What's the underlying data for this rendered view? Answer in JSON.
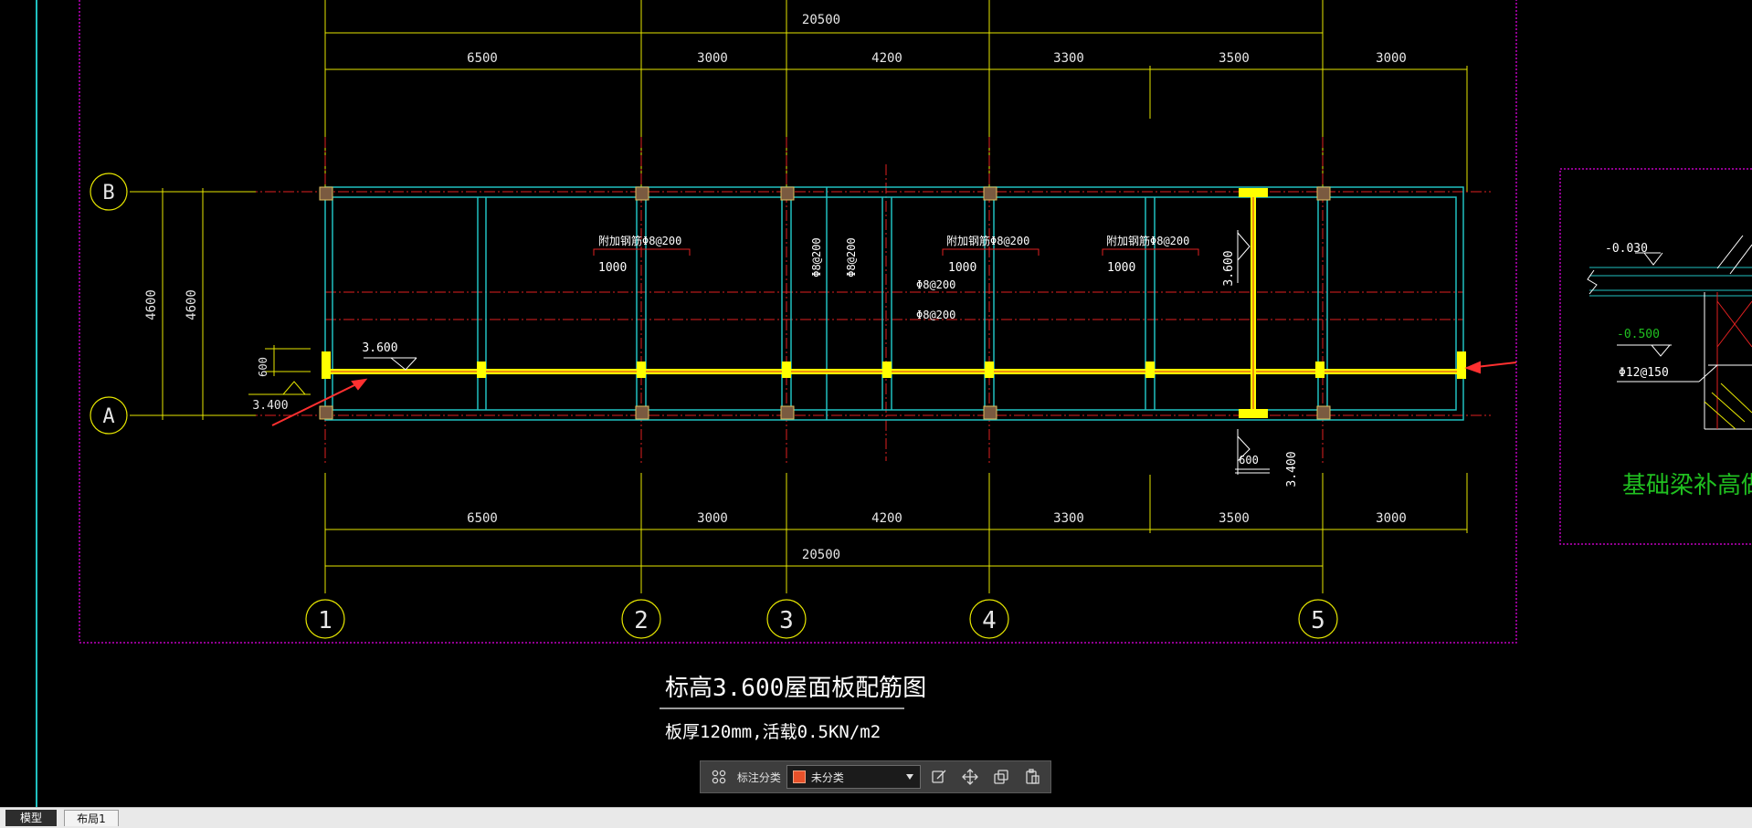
{
  "drawing": {
    "overall_dim_top": "20500",
    "overall_dim_bottom": "20500",
    "bay_dims": [
      "6500",
      "3000",
      "4200",
      "3300",
      "3500",
      "3000"
    ],
    "grid_axes": [
      "1",
      "2",
      "3",
      "4",
      "5"
    ],
    "grid_rows": [
      "B",
      "A"
    ],
    "vertical_dim_left": "4600",
    "vertical_dim_left2": "4600",
    "left_offset_dim": "600",
    "left_elevation": "3.400",
    "beam_elevation_mark": "3.600",
    "rebar_labels": [
      "附加钢筋Φ8@200",
      "附加钢筋Φ8@200",
      "附加钢筋Φ8@200"
    ],
    "rebar_lengths": [
      "1000",
      "1000",
      "1000"
    ],
    "slab_rebar_1": "Φ8@200",
    "slab_rebar_2": "Φ8@200",
    "vertical_rebar_1": "Φ8@200",
    "vertical_rebar_2": "Φ8@200",
    "right_elev_mark": "3.600",
    "right_bottom_dim": "600",
    "right_bottom_elev": "3.400",
    "drawing_title": "标高3.600屋面板配筋图",
    "drawing_subtitle": "板厚120mm,活载0.5KN/m2"
  },
  "detail": {
    "elev_top": "-0.030",
    "elev_mid": "-0.500",
    "rebar": "Φ12@150",
    "title": "基础梁补高做"
  },
  "toolbar": {
    "category_label": "标注分类",
    "category_value": "未分类"
  },
  "tabs": {
    "model": "模型",
    "layout1": "布局1"
  },
  "colors": {
    "background": "#000000",
    "grid_axis_red": "#e02020",
    "dimension_yellow": "#e6e600",
    "beam_cyan": "#20c0c0",
    "highlight_beam": "#ffff00",
    "frame_magenta": "#c000c0",
    "detail_green": "#20c020",
    "swatch": "#e8512a"
  }
}
